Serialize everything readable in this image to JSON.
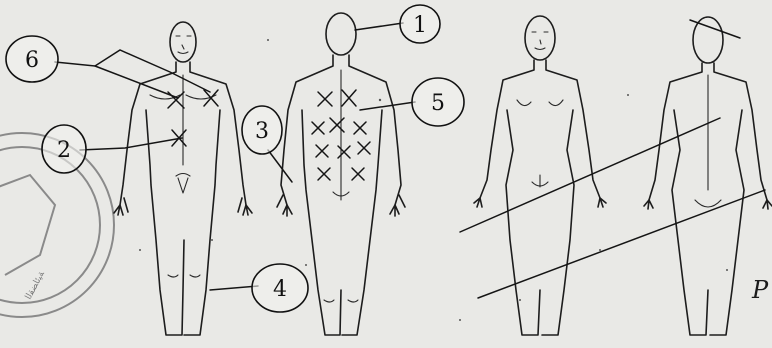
{
  "callouts": [
    {
      "id": "6",
      "label": "6"
    },
    {
      "id": "2",
      "label": "2"
    },
    {
      "id": "3",
      "label": "3"
    },
    {
      "id": "4",
      "label": "4"
    },
    {
      "id": "1",
      "label": "1"
    },
    {
      "id": "5",
      "label": "5"
    }
  ],
  "stamp": {
    "text": "ﺔﻴﺋﺎﻀﻘﻟﺍ",
    "color": "#8a8a8a"
  },
  "margin_note": {
    "text": "P"
  },
  "ink_color": "#1d1d1d",
  "paper_color": "#e9e9e6"
}
